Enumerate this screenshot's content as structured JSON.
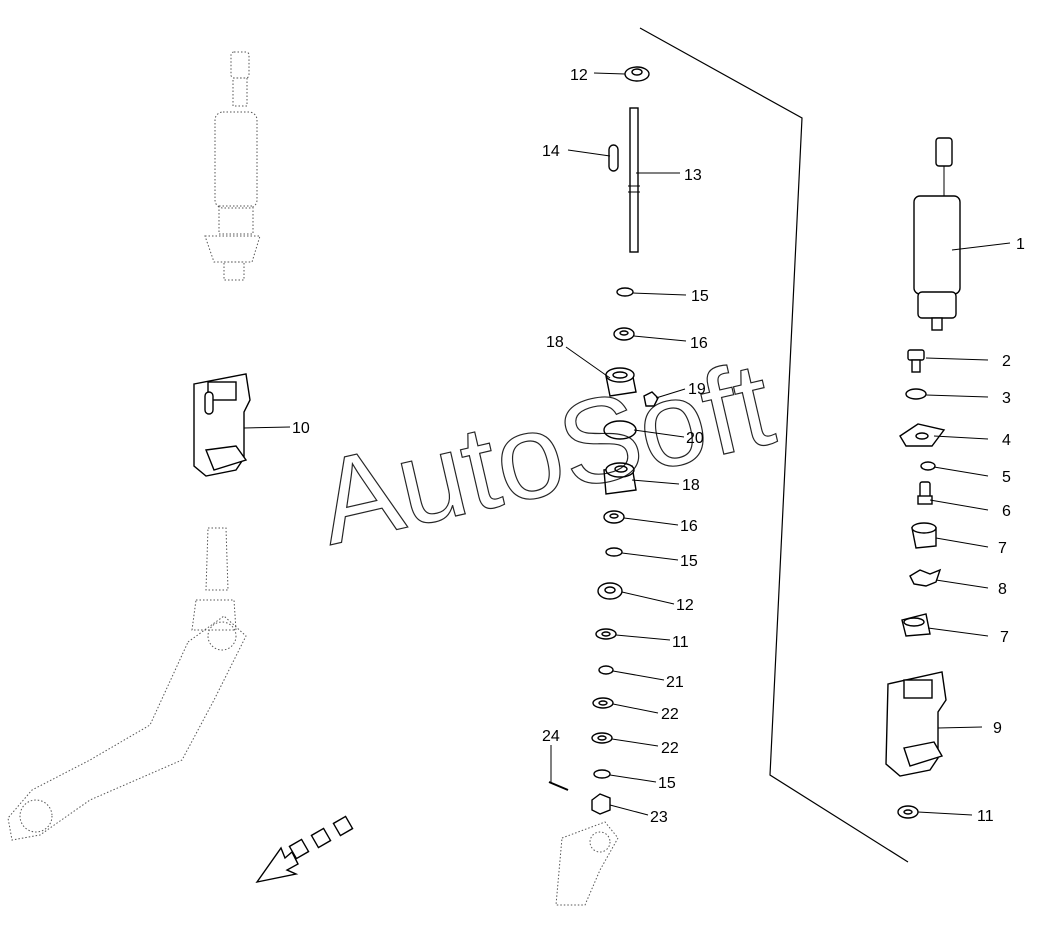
{
  "watermark": "AutoSoft",
  "callouts": {
    "c1": "1",
    "c2": "2",
    "c3": "3",
    "c4": "4",
    "c5": "5",
    "c6": "6",
    "c7a": "7",
    "c7b": "7",
    "c8": "8",
    "c9": "9",
    "c10": "10",
    "c11a": "11",
    "c11b": "11",
    "c12a": "12",
    "c12b": "12",
    "c13": "13",
    "c14": "14",
    "c15a": "15",
    "c15b": "15",
    "c15c": "15",
    "c16a": "16",
    "c16b": "16",
    "c18a": "18",
    "c18b": "18",
    "c19": "19",
    "c20": "20",
    "c21": "21",
    "c22a": "22",
    "c22b": "22",
    "c23": "23",
    "c24": "24"
  }
}
